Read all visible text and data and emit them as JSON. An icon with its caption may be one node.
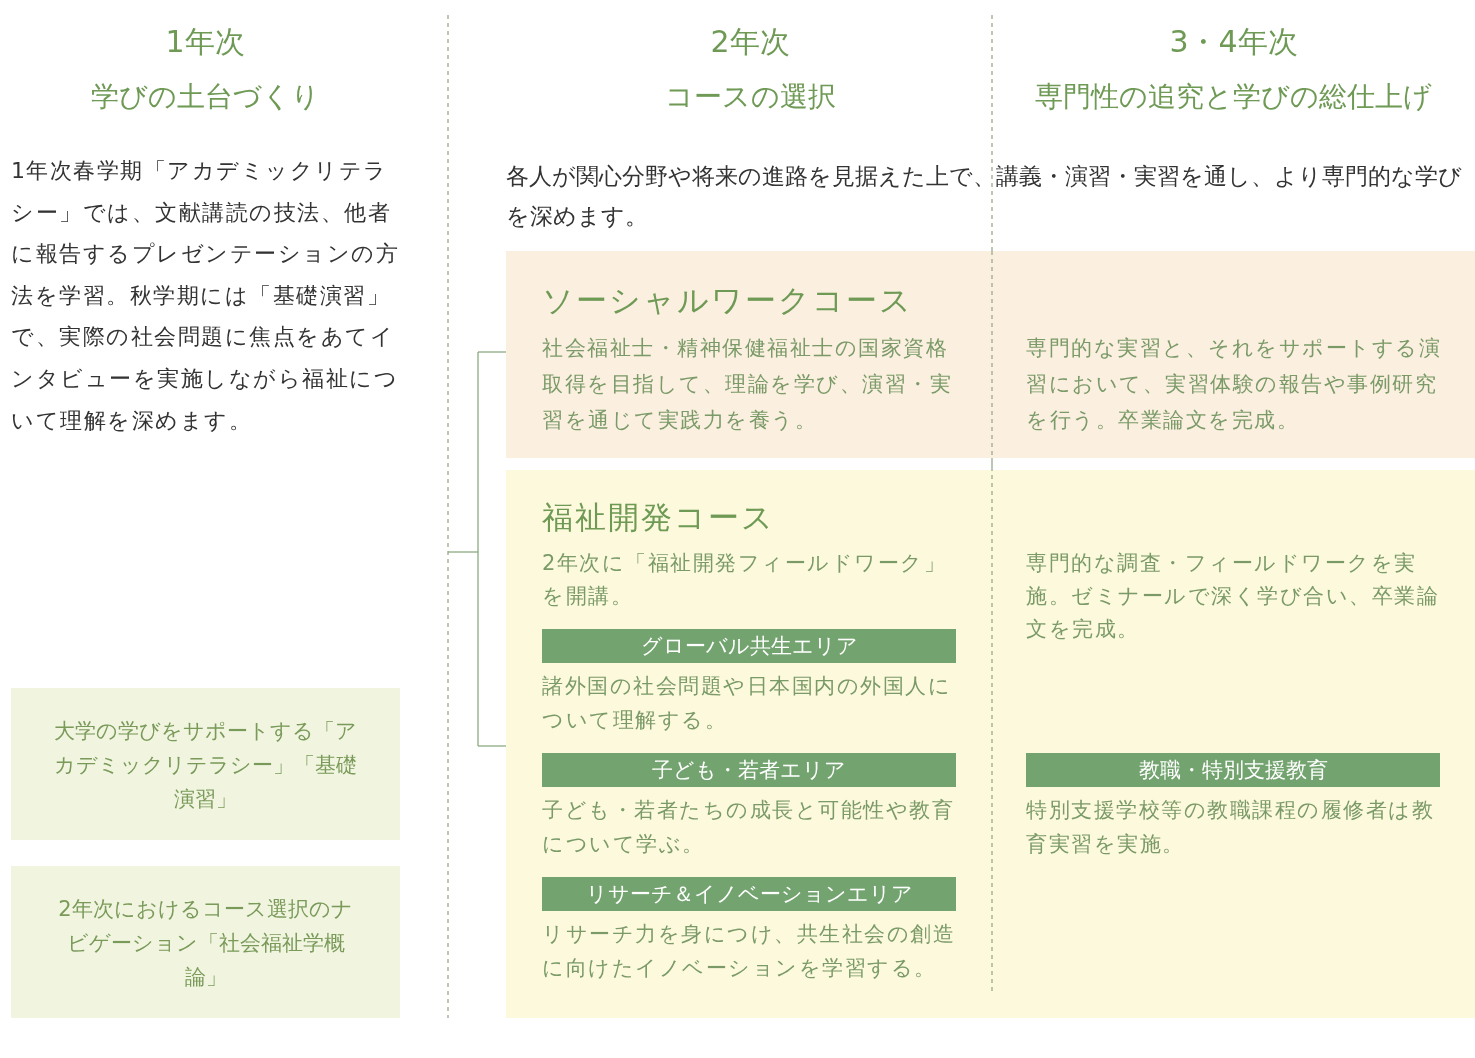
{
  "diagram": {
    "nodes": [
      {
        "text": [
          "大学の学びをサポートする「アカデミックリテラシー」「基礎演習」"
        ]
      },
      {
        "text": [
          "2年次におけるコース選択のナビゲーション「社会福祉学概論」"
        ]
      },
      {
        "text": [
          "ソーシャルワークコース",
          "社会福祉士・精神保健福祉士の国家資格取得を目指して、理論を学び、演習・実習を通じて実践力を養う。",
          "専門的な実習と、それをサポートする演習において、実習体験の報告や事例研究を行う。卒業論文を完成。"
        ]
      },
      {
        "text": [
          "福祉開発コース",
          "2年次に「福祉開発フィールドワーク」を開講。",
          "専門的な調査・フィールドワークを実施。ゼミナールで深く学び合い、卒業論文を完成。"
        ]
      },
      {
        "text": [
          "グローバル共生エリア"
        ],
        "in": 3,
        "beside": [
          "諸外国の社会問題や日本国内の外国人について理解する。"
        ]
      },
      {
        "text": [
          "子ども・若者エリア"
        ],
        "in": 3,
        "beside": [
          "子ども・若者たちの成長と可能性や教育について学ぶ。"
        ]
      },
      {
        "text": [
          "リサーチ＆イノベーションエリア"
        ],
        "in": 3,
        "beside": [
          "リサーチ力を身につけ、共生社会の創造に向けたイノベーションを学習する。"
        ]
      },
      {
        "text": [
          "教職・特別支援教育"
        ],
        "in": 3,
        "beside": [
          "特別支援学校等の教職課程の履修者は教育実習を実施。"
        ]
      }
    ],
    "labels": [
      "1年次",
      "学びの土台づくり",
      "2年次",
      "コースの選択",
      "3・4年次",
      "専門性の追究と学びの総仕上げ",
      "1年次春学期「アカデミックリテラシー」では、文献講読の技法、他者に報告するプレゼンテーションの方法を学習。秋学期には「基礎演習」で、実際の社会問題に焦点をあてインタビューを実施しながら福祉について理解を深めます。",
      "各人が関心分野や将来の進路を見据えた上で、講義・演習・実習を通し、より専門的な学びを深めます。"
    ]
  }
}
